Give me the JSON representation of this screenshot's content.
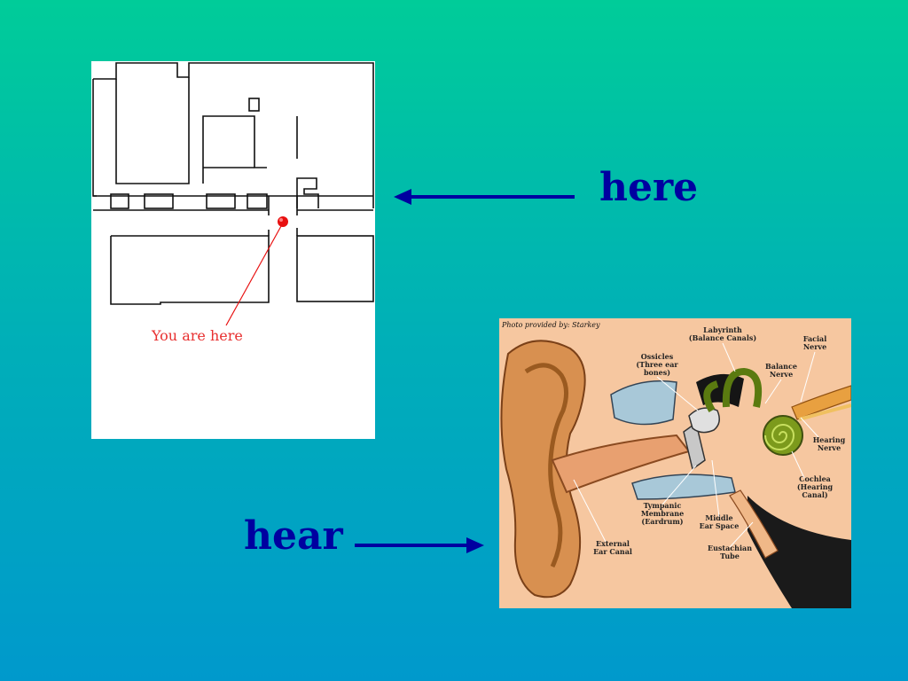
{
  "slide": {
    "words": {
      "here": "here",
      "hear": "hear"
    },
    "colors": {
      "text": "#0000A0",
      "background_top": "#00CC99",
      "background_bottom": "#0099CC"
    }
  },
  "map": {
    "you_are_here_label": "You are here",
    "marker_color": "#E81010"
  },
  "ear_diagram": {
    "credit": "Photo provided by: Starkey",
    "labels": {
      "labyrinth_1": "Labyrinth",
      "labyrinth_2": "(Balance Canals)",
      "facial_1": "Facial",
      "facial_2": "Nerve",
      "ossicles_1": "Ossicles",
      "ossicles_2": "(Three ear",
      "ossicles_3": "bones)",
      "balance_1": "Balance",
      "balance_2": "Nerve",
      "hearing_nerve_1": "Hearing",
      "hearing_nerve_2": "Nerve",
      "cochlea_1": "Cochlea",
      "cochlea_2": "(Hearing",
      "cochlea_3": "Canal)",
      "tympanic_1": "Tympanic",
      "tympanic_2": "Membrane",
      "tympanic_3": "(Eardrum)",
      "middle_1": "Middle",
      "middle_2": "Ear Space",
      "external_1": "External",
      "external_2": "Ear Canal",
      "eustachian_1": "Eustachian",
      "eustachian_2": "Tube"
    }
  }
}
